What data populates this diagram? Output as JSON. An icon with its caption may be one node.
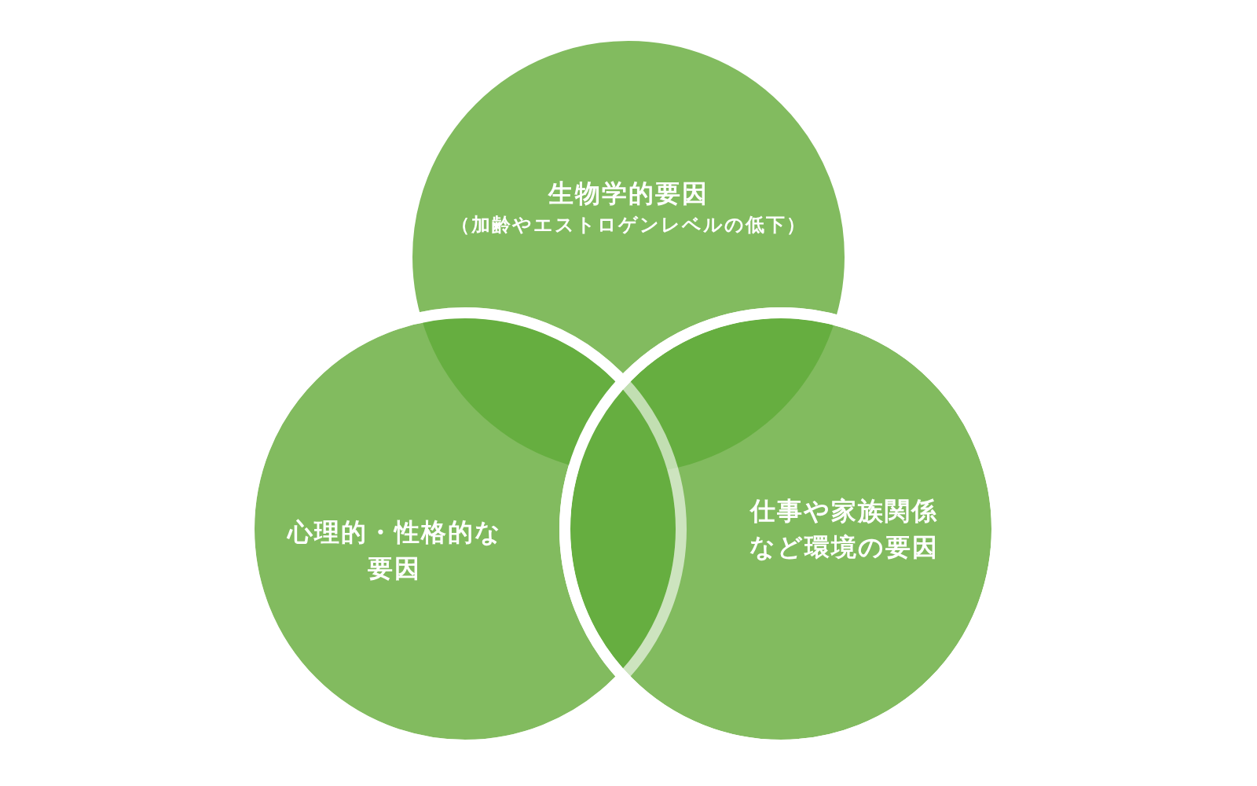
{
  "diagram": {
    "nodes": [
      {
        "text": [
          "生物学的要因",
          "（加齢やエストロゲンレベルの低下）"
        ]
      },
      {
        "text": [
          "心理的・性格的な要因"
        ]
      },
      {
        "text": [
          "仕事や家族関係など環境の要因"
        ]
      }
    ],
    "edges": []
  }
}
